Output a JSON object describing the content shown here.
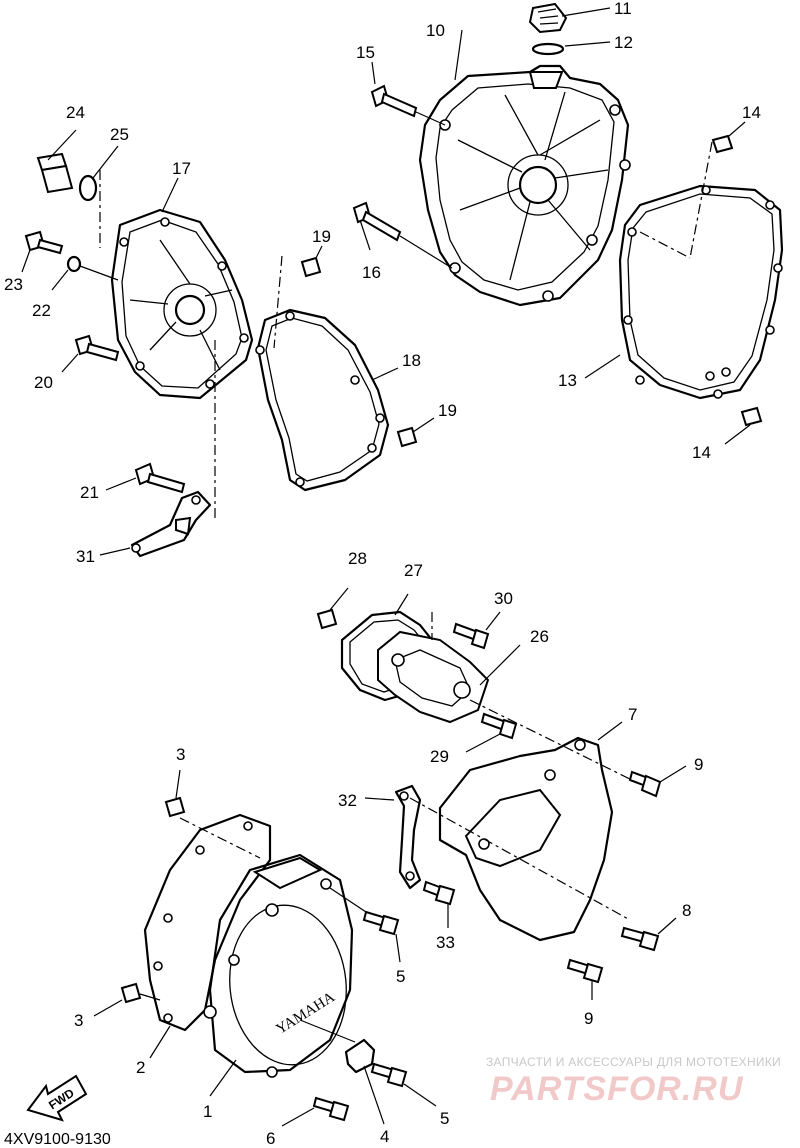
{
  "callouts": {
    "p1": "1",
    "p2": "2",
    "p3a": "3",
    "p3b": "3",
    "p4": "4",
    "p5a": "5",
    "p5b": "5",
    "p6": "6",
    "p7": "7",
    "p8": "8",
    "p9a": "9",
    "p9b": "9",
    "p10": "10",
    "p11": "11",
    "p12": "12",
    "p13": "13",
    "p14a": "14",
    "p14b": "14",
    "p15": "15",
    "p16": "16",
    "p17": "17",
    "p18": "18",
    "p19a": "19",
    "p19b": "19",
    "p20": "20",
    "p21": "21",
    "p22": "22",
    "p23": "23",
    "p24": "24",
    "p25": "25",
    "p26": "26",
    "p27": "27",
    "p28": "28",
    "p29": "29",
    "p30": "30",
    "p31": "31",
    "p32": "32",
    "p33": "33"
  },
  "cover_brand": "YAMAHA",
  "fwd_label": "FWD",
  "diagram_code": "4XV9100-9130",
  "watermark": {
    "tagline": "ЗАПЧАСТИ И АКСЕССУАРЫ ДЛЯ МОТОТЕХНИКИ",
    "site": "PARTSFOR.RU"
  }
}
